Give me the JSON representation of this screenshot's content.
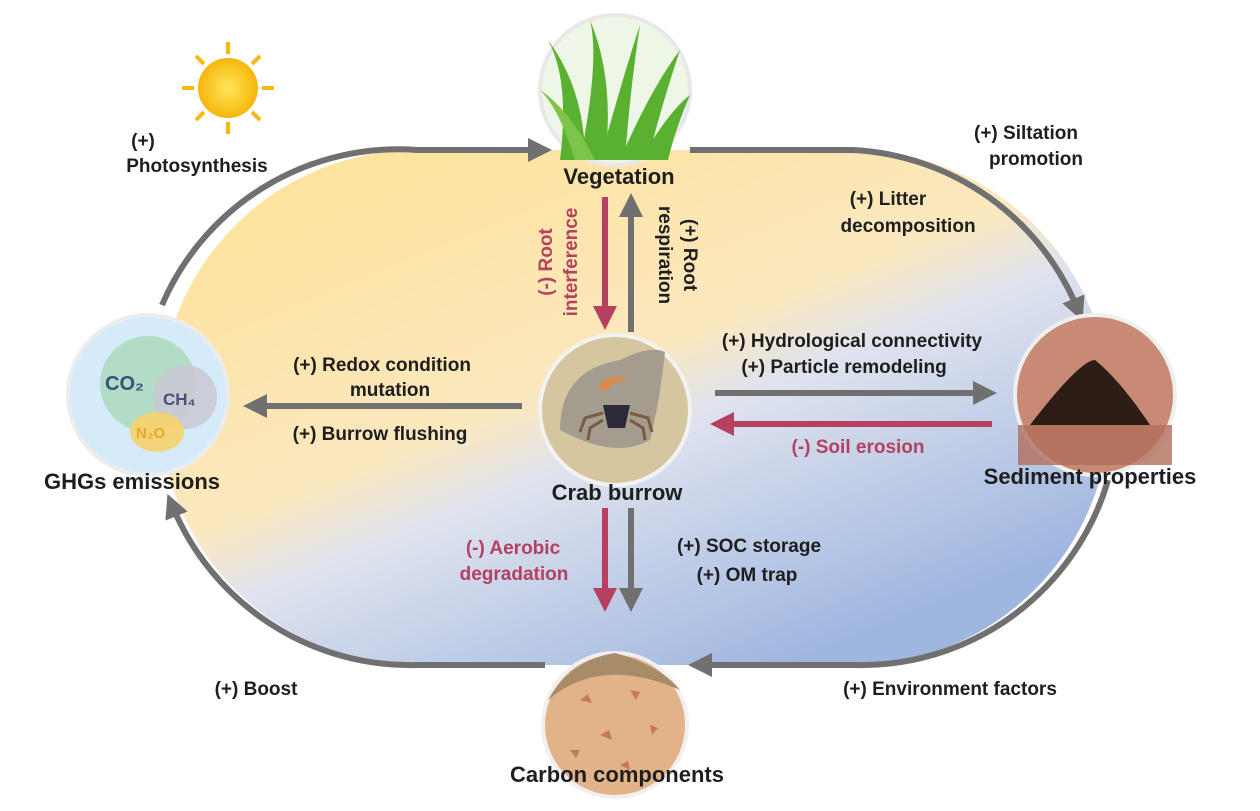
{
  "nodes": {
    "vegetation": "Vegetation",
    "ghg": "GHGs emissions",
    "crab": "Crab burrow",
    "sediment": "Sediment properties",
    "carbon": "Carbon components"
  },
  "gases": {
    "co2": "CO₂",
    "ch4": "CH₄",
    "n2o": "N₂O"
  },
  "labels": {
    "photosynthesis_1": "(+)",
    "photosynthesis_2": "Photosynthesis",
    "siltation_1": "(+) Siltation",
    "siltation_2": "promotion",
    "litter_1": "(+) Litter",
    "litter_2": "decomposition",
    "root_interference_1": "(-) Root",
    "root_interference_2": "interference",
    "root_respiration_1": "(+) Root",
    "root_respiration_2": "respiration",
    "redox_1": "(+) Redox condition",
    "redox_2": "mutation",
    "burrow_flushing": "(+) Burrow flushing",
    "hydrological": "(+) Hydrological connectivity",
    "particle": "(+) Particle remodeling",
    "soil_erosion": "(-) Soil erosion",
    "aerobic_1": "(-) Aerobic",
    "aerobic_2": "degradation",
    "soc": "(+) SOC storage",
    "om": "(+) OM trap",
    "boost": "(+) Boost",
    "environment": "(+) Environment factors"
  },
  "colors": {
    "positive_arrow": "#707070",
    "negative_arrow": "#b5405f",
    "negative_text": "#b5405f",
    "text": "#1e1e1e",
    "warm": "#fde3a0",
    "cool": "#a7bde4"
  }
}
